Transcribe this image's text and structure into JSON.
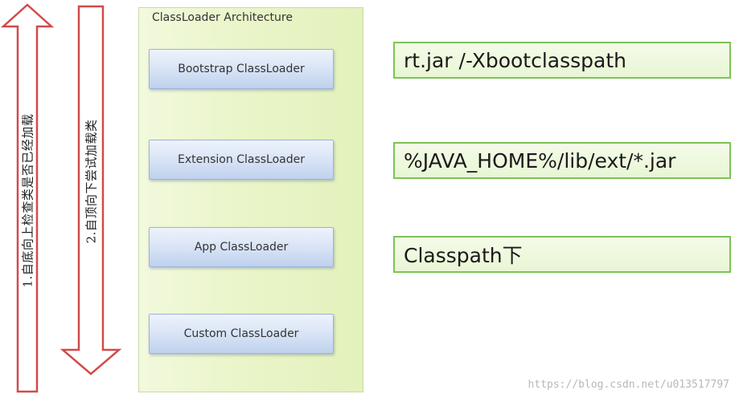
{
  "arrows": {
    "up_label": "1.自底向上检查类是否已经加载",
    "down_label": "2.自顶向下尝试加载类"
  },
  "architecture": {
    "title": "ClassLoader Architecture",
    "loaders": [
      "Bootstrap ClassLoader",
      "Extension ClassLoader",
      "App ClassLoader",
      "Custom ClassLoader"
    ]
  },
  "paths": [
    "rt.jar /-Xbootclasspath",
    "%JAVA_HOME%/lib/ext/*.jar",
    "Classpath下"
  ],
  "watermark": "https://blog.csdn.net/u013517797",
  "colors": {
    "arrow_stroke": "#d24a4a",
    "panel_fill": "#eaf5c9",
    "loader_fill": "#d6e2f5",
    "path_border": "#7cc356"
  }
}
